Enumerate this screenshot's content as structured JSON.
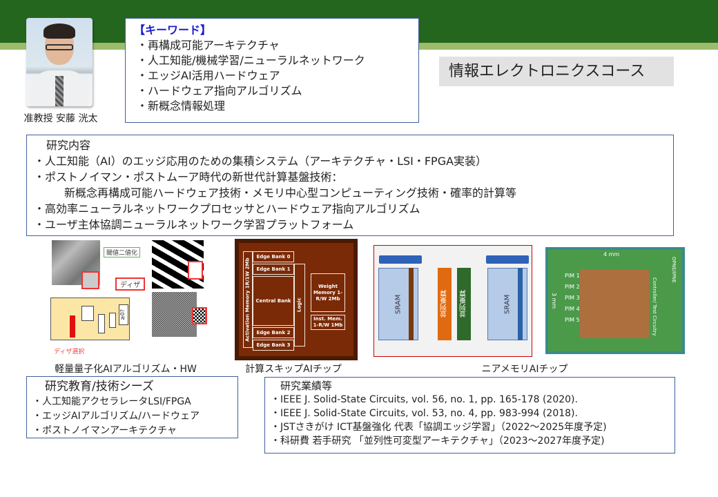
{
  "profile": {
    "name": "准教授 安藤 洸太"
  },
  "keywords": {
    "title": "【キーワード】",
    "items": [
      "・再構成可能アーキテクチャ",
      "・人工知能/機械学習/ニューラルネットワーク",
      "・エッジAI活用ハードウェア",
      "・ハードウェア指向アルゴリズム",
      "・新概念情報処理"
    ]
  },
  "course": "情報エレクトロニクスコース",
  "research": {
    "title": "研究内容",
    "lines": [
      "・人工知能（AI）のエッジ応用のための集積システム（アーキテクチャ・LSI・FPGA実装）",
      "・ポストノイマン・ポストムーア時代の新世代計算基盤技術：",
      "新概念再構成可能ハードウェア技術・メモリ中心型コンピューティング技術・確率的計算等",
      "・高効率ニューラルネットワークプロセッサとハードウェア指向アルゴリズム",
      "・ユーザ主体協調ニューラルネットワーク学習プラットフォーム"
    ]
  },
  "figures": {
    "fig1": {
      "caption": "軽量量子化AIアルゴリズム・HW",
      "labels": {
        "threshold": "閾値二値化",
        "dither": "ディザ",
        "dither_select": "ディザ選択",
        "compare": "≥0?"
      }
    },
    "fig2": {
      "caption": "計算スキップAIチップ",
      "labels": {
        "eb0": "Edge Bank 0",
        "eb1": "Edge Bank 1",
        "central": "Central Bank",
        "logic": "Logic",
        "weight": "Weight Memory 1-R/W 2Mb",
        "inst": "Inst. Mem. 1-R/W 1Mb",
        "eb2": "Edge Bank 2",
        "eb3": "Edge Bank 3",
        "act": "Activation Memory 1R/1W 2Mb"
      }
    },
    "fig3": {
      "caption": "ニアメモリAIチップ",
      "labels": {
        "sram": "SRAM",
        "mac": "並列乗算",
        "width": "4 mm",
        "height": "3 mm",
        "pims": [
          "PIM 1",
          "PIM 2",
          "PIM 3",
          "PIM 4",
          "PIM 5"
        ],
        "ctrl": "Controller/ Test Circuitry",
        "opne": "OPNE/IPNE"
      }
    }
  },
  "seeds": {
    "title": "研究教育/技術シーズ",
    "items": [
      "・人工知能アクセラレータLSI/FPGA",
      "・エッジAIアルゴリズム/ハードウェア",
      "・ポストノイマンアーキテクチャ"
    ]
  },
  "achievements": {
    "title": "研究業績等",
    "items": [
      "・IEEE J. Solid-State Circuits, vol. 56, no. 1, pp. 165-178 (2020).",
      "・IEEE J. Solid-State Circuits, vol. 53, no. 4, pp. 983-994 (2018).",
      "・JSTさきがけ ICT基盤強化 代表「協調エッジ学習」（2022～2025年度予定)",
      "・科研費 若手研究 「並列性可変型アーキテクチャ」（2023～2027年度予定)"
    ]
  }
}
